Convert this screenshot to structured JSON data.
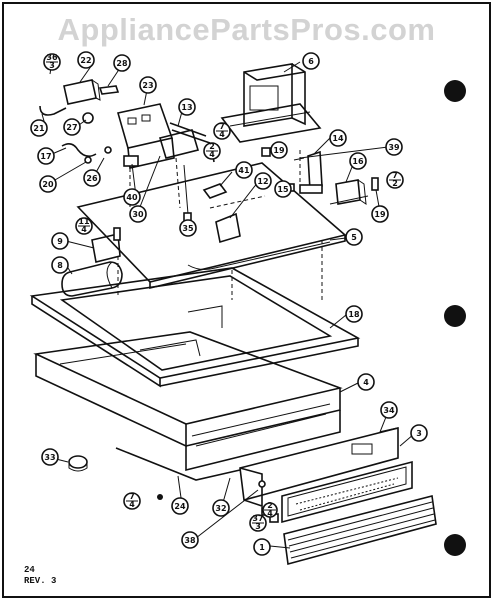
{
  "watermark": "AppliancePartsPros.com",
  "footer": {
    "page": "24",
    "rev": "REV. 3"
  },
  "callouts": [
    {
      "id": "c22",
      "label": "22"
    },
    {
      "id": "c28",
      "label": "28"
    },
    {
      "id": "c23",
      "label": "23"
    },
    {
      "id": "c6",
      "label": "6"
    },
    {
      "id": "c21",
      "label": "21"
    },
    {
      "id": "c27",
      "label": "27"
    },
    {
      "id": "c13",
      "label": "13"
    },
    {
      "id": "c17",
      "label": "17"
    },
    {
      "id": "c26",
      "label": "26"
    },
    {
      "id": "c20",
      "label": "20"
    },
    {
      "id": "c40",
      "label": "40"
    },
    {
      "id": "c30",
      "label": "30"
    },
    {
      "id": "c35",
      "label": "35"
    },
    {
      "id": "c41",
      "label": "41"
    },
    {
      "id": "c12",
      "label": "12"
    },
    {
      "id": "c14",
      "label": "14"
    },
    {
      "id": "c19",
      "label": "19"
    },
    {
      "id": "c15",
      "label": "15"
    },
    {
      "id": "c39",
      "label": "39"
    },
    {
      "id": "c16",
      "label": "16"
    },
    {
      "id": "c19b",
      "label": "19"
    },
    {
      "id": "c9",
      "label": "9"
    },
    {
      "id": "c8",
      "label": "8"
    },
    {
      "id": "c5",
      "label": "5"
    },
    {
      "id": "c18",
      "label": "18"
    },
    {
      "id": "c4",
      "label": "4"
    },
    {
      "id": "c34",
      "label": "34"
    },
    {
      "id": "c3",
      "label": "3"
    },
    {
      "id": "c33",
      "label": "33"
    },
    {
      "id": "c24",
      "label": "24"
    },
    {
      "id": "c32",
      "label": "32"
    },
    {
      "id": "c38",
      "label": "38"
    },
    {
      "id": "c1",
      "label": "1"
    }
  ],
  "fractions": [
    {
      "id": "f1",
      "top": "36",
      "bottom": "3"
    },
    {
      "id": "f2",
      "top": "7",
      "bottom": "4"
    },
    {
      "id": "f3",
      "top": "2",
      "bottom": "4"
    },
    {
      "id": "f4",
      "top": "7",
      "bottom": "2"
    },
    {
      "id": "f5",
      "top": "11",
      "bottom": "4"
    },
    {
      "id": "f6",
      "top": "7",
      "bottom": "4"
    },
    {
      "id": "f7",
      "top": "37",
      "bottom": "3"
    },
    {
      "id": "f8",
      "top": "2",
      "bottom": "4"
    }
  ]
}
